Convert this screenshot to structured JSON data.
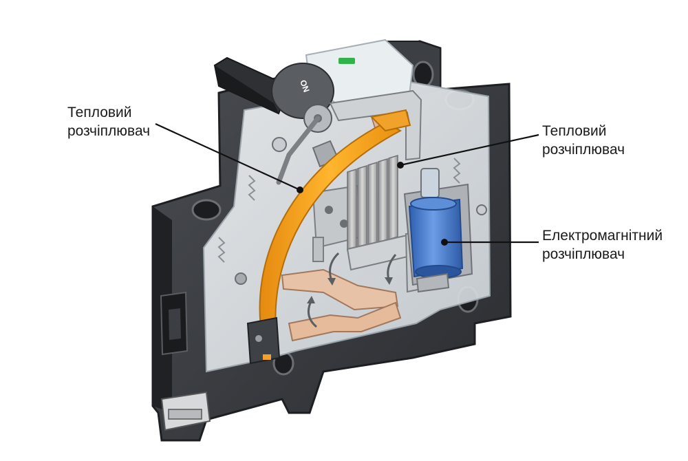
{
  "labels": {
    "left_thermal": {
      "line1": "Тепловий",
      "line2": "розчіплювач"
    },
    "right_thermal": {
      "line1": "Тепловий",
      "line2": "розчіплювач"
    },
    "electromagnetic": {
      "line1": "Електромагнітний",
      "line2": "розчіплювач"
    }
  },
  "handle": {
    "text": "ON"
  },
  "colors": {
    "housing": "#3b3e42",
    "housing_dark": "#26282b",
    "bimetal": "#f5a623",
    "coil": "#3d73c9",
    "copper": "#e8c0a4",
    "heatsink": "#b9b9b9",
    "indicator": "#2fb34a",
    "leader": "#111111"
  },
  "icons": [
    "toggle-handle-icon",
    "coil-icon",
    "heatsink-icon",
    "curved-arrow-icon"
  ]
}
